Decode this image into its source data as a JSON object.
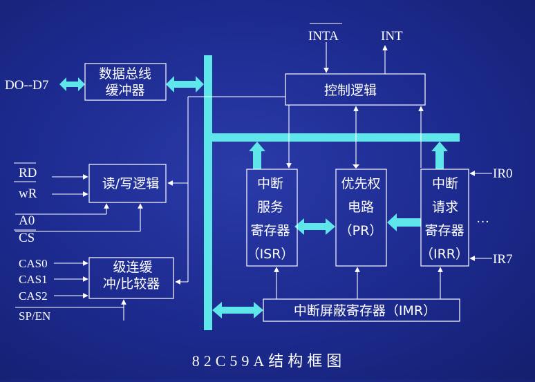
{
  "title": "82C59A结构框图",
  "colors": {
    "background": "#1c2a8e",
    "bus": "#5fe6ea",
    "line": "#ffffff"
  },
  "signals": {
    "data_pins": "DO--D7",
    "inta": "INTA",
    "int": "INT",
    "rd": "RD",
    "wr": "wR",
    "a0": "A0",
    "cs": "CS",
    "cas0": "CAS0",
    "cas1": "CAS1",
    "cas2": "CAS2",
    "sp_en": "SP/EN",
    "ir0": "IR0",
    "ir7": "IR7",
    "ellipsis": "…"
  },
  "blocks": {
    "data_bus_buffer": [
      "数据总线",
      "缓冲器"
    ],
    "rw_logic": "读/写逻辑",
    "cascade": [
      "级连缓",
      "冲/比较器"
    ],
    "control_logic": "控制逻辑",
    "isr": [
      "中断",
      "服务",
      "寄存器",
      "（ISR）"
    ],
    "pr": [
      "优先权",
      "电路",
      "（PR）"
    ],
    "irr": [
      "中断",
      "请求",
      "寄存器",
      "（IRR）"
    ],
    "imr": "中断屏蔽寄存器（IMR）"
  }
}
